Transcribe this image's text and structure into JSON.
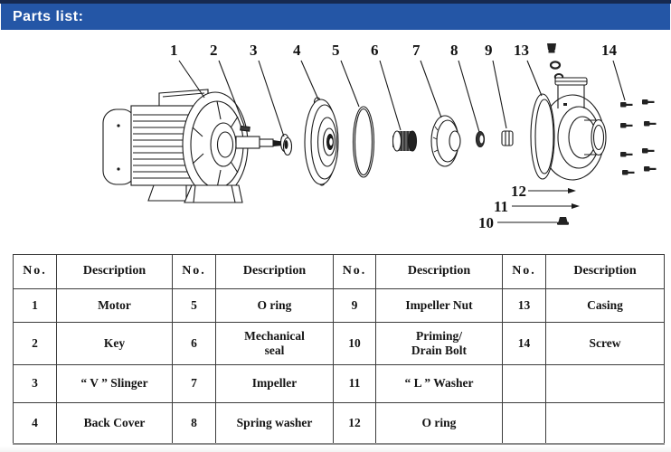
{
  "header": {
    "title": "Parts list:"
  },
  "colors": {
    "bar_blue": "#2456a6",
    "bar_top": "#16294f",
    "ink": "#1a1a1a"
  },
  "diagram": {
    "callouts": [
      "1",
      "2",
      "3",
      "4",
      "5",
      "6",
      "7",
      "8",
      "9",
      "13",
      "14",
      "12",
      "11",
      "10"
    ]
  },
  "table": {
    "headers": [
      "No.",
      "Description",
      "No.",
      "Description",
      "No.",
      "Description",
      "No.",
      "Description"
    ],
    "rows": [
      [
        "1",
        "Motor",
        "5",
        "O ring",
        "9",
        "Impeller Nut",
        "13",
        "Casing"
      ],
      [
        "2",
        "Key",
        "6",
        "Mechanical\nseal",
        "10",
        "Priming/\nDrain Bolt",
        "14",
        "Screw"
      ],
      [
        "3",
        "“ V ” Slinger",
        "7",
        "Impeller",
        "11",
        "“ L ” Washer",
        "",
        ""
      ],
      [
        "4",
        "Back Cover",
        "8",
        "Spring washer",
        "12",
        "O ring",
        "",
        ""
      ]
    ]
  }
}
